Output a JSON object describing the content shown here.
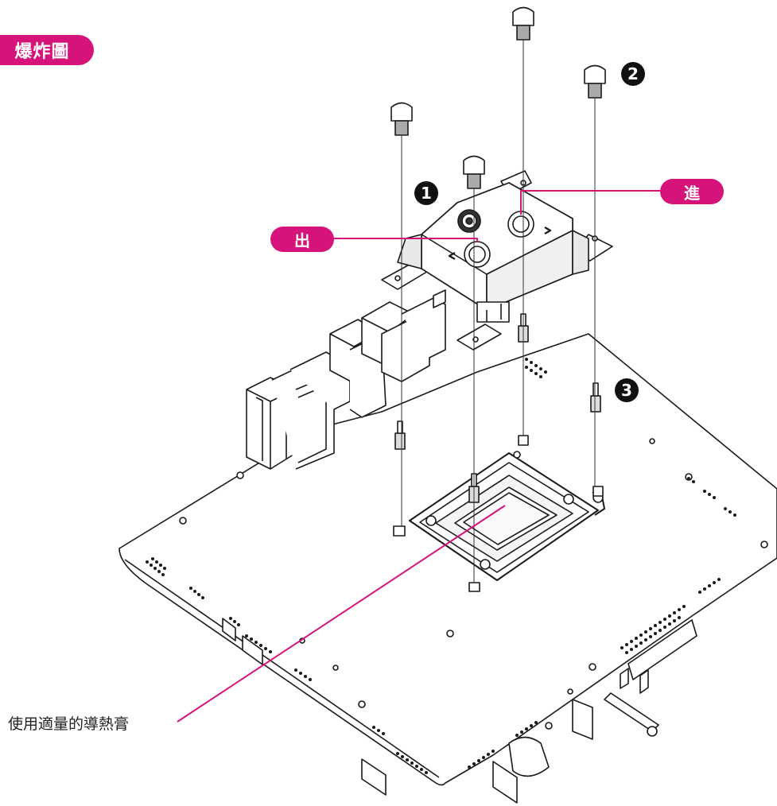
{
  "header": {
    "title": "爆炸圖"
  },
  "labels": {
    "inlet": "進",
    "outlet": "出"
  },
  "steps": [
    "1",
    "2",
    "3"
  ],
  "caption": "使用適量的導熱膏",
  "colors": {
    "accent": "#d6137a",
    "line": "#1a1a1a",
    "fill": "#ffffff"
  }
}
